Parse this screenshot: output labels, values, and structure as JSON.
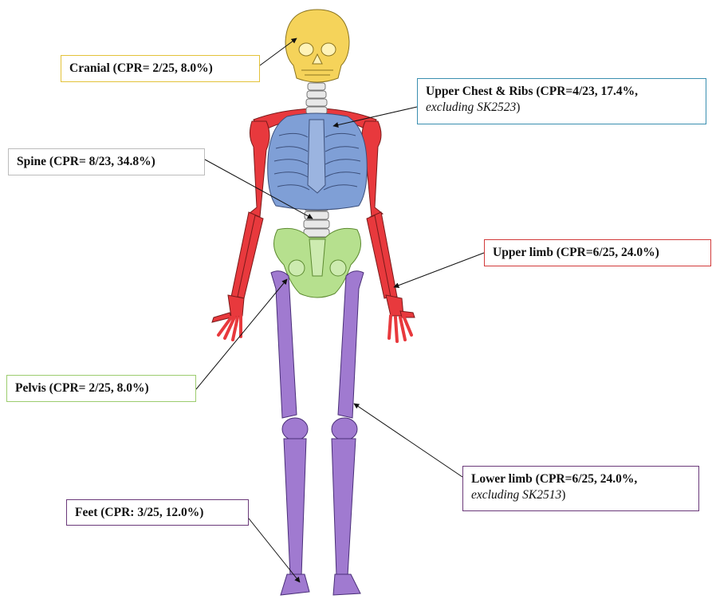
{
  "colors": {
    "cranial": "#f5d35a",
    "upper_chest_ribs": "#7f9fd6",
    "spine": "#e8e8e8",
    "upper_limb": "#e8393d",
    "pelvis": "#b6e08e",
    "lower_limb": "#a07ad0",
    "feet": "#a07ad0"
  },
  "labels": {
    "cranial": {
      "text": "Cranial (CPR= 2/25, 8.0%)",
      "border_color": "#e3c23a"
    },
    "upper_chest_ribs": {
      "text": "Upper Chest & Ribs (CPR=4/23, 17.4%,",
      "note": "excluding SK2523",
      "close": ")",
      "border_color": "#3a8fb0"
    },
    "spine": {
      "text": "Spine (CPR= 8/23, 34.8%)",
      "border_color": "#bcbcbc"
    },
    "upper_limb": {
      "text": "Upper limb (CPR=6/25, 24.0%)",
      "border_color": "#d23a3a"
    },
    "pelvis": {
      "text": "Pelvis (CPR= 2/25, 8.0%)",
      "border_color": "#9ccc6e"
    },
    "lower_limb": {
      "text": "Lower limb (CPR=6/25, 24.0%,",
      "note": "excluding SK2513",
      "close": ")",
      "border_color": "#6b3a7a"
    },
    "feet": {
      "text": "Feet (CPR: 3/25, 12.0%)",
      "border_color": "#6b3a7a"
    }
  }
}
